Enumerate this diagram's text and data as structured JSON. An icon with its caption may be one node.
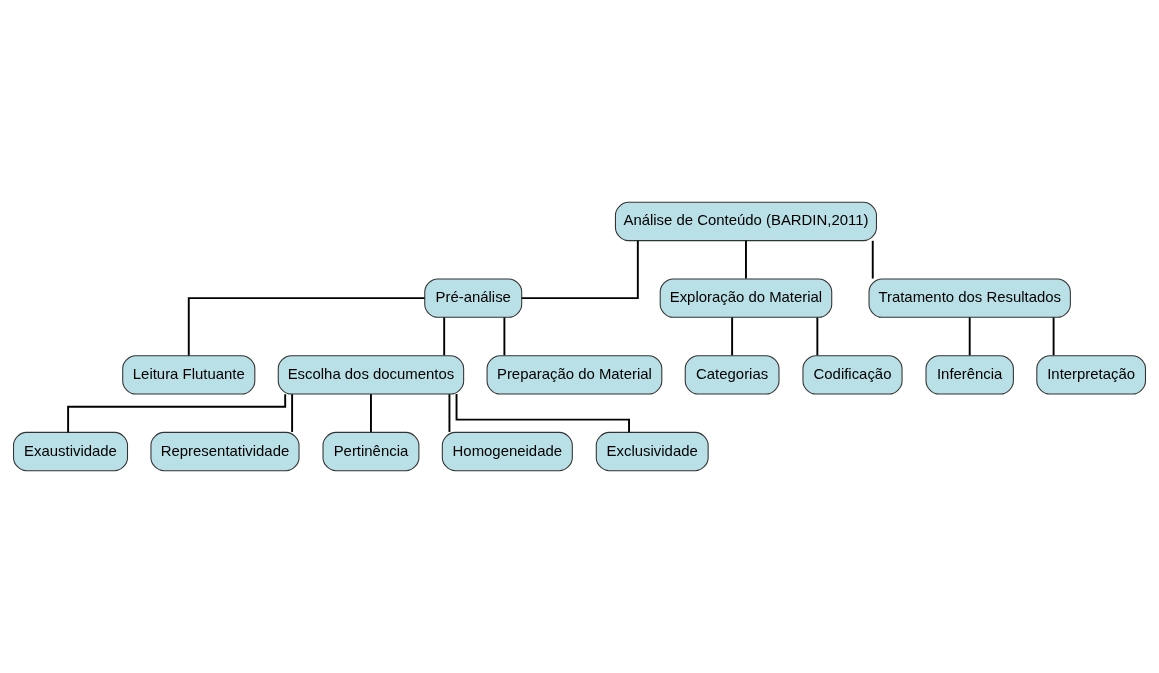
{
  "diagram": {
    "nodes": [
      {
        "text": [
          "Análise de Conteúdo (BARDIN,2011)"
        ]
      },
      {
        "text": [
          "Pré-análise"
        ]
      },
      {
        "text": [
          "Exploração do Material"
        ]
      },
      {
        "text": [
          "Tratamento dos Resultados"
        ]
      },
      {
        "text": [
          "Leitura Flutuante"
        ]
      },
      {
        "text": [
          "Escolha dos documentos"
        ]
      },
      {
        "text": [
          "Preparação do Material"
        ]
      },
      {
        "text": [
          "Categorias"
        ]
      },
      {
        "text": [
          "Codificação"
        ]
      },
      {
        "text": [
          "Inferência"
        ]
      },
      {
        "text": [
          "Interpretação"
        ]
      },
      {
        "text": [
          "Exaustividade"
        ]
      },
      {
        "text": [
          "Representatividade"
        ]
      },
      {
        "text": [
          "Pertinência"
        ]
      },
      {
        "text": [
          "Homogeneidade"
        ]
      },
      {
        "text": [
          "Exclusividade"
        ]
      }
    ],
    "edges": [
      {
        "from": 0,
        "to": 1,
        "arrow": "none"
      },
      {
        "from": 0,
        "to": 2,
        "arrow": "none"
      },
      {
        "from": 0,
        "to": 3,
        "arrow": "none"
      },
      {
        "from": 1,
        "to": 4,
        "arrow": "none"
      },
      {
        "from": 1,
        "to": 5,
        "arrow": "none"
      },
      {
        "from": 1,
        "to": 6,
        "arrow": "none"
      },
      {
        "from": 2,
        "to": 7,
        "arrow": "none"
      },
      {
        "from": 2,
        "to": 8,
        "arrow": "none"
      },
      {
        "from": 3,
        "to": 9,
        "arrow": "none"
      },
      {
        "from": 3,
        "to": 10,
        "arrow": "none"
      },
      {
        "from": 5,
        "to": 11,
        "arrow": "none"
      },
      {
        "from": 5,
        "to": 12,
        "arrow": "none"
      },
      {
        "from": 5,
        "to": 13,
        "arrow": "none"
      },
      {
        "from": 5,
        "to": 14,
        "arrow": "none"
      },
      {
        "from": 5,
        "to": 15,
        "arrow": "none"
      }
    ]
  }
}
